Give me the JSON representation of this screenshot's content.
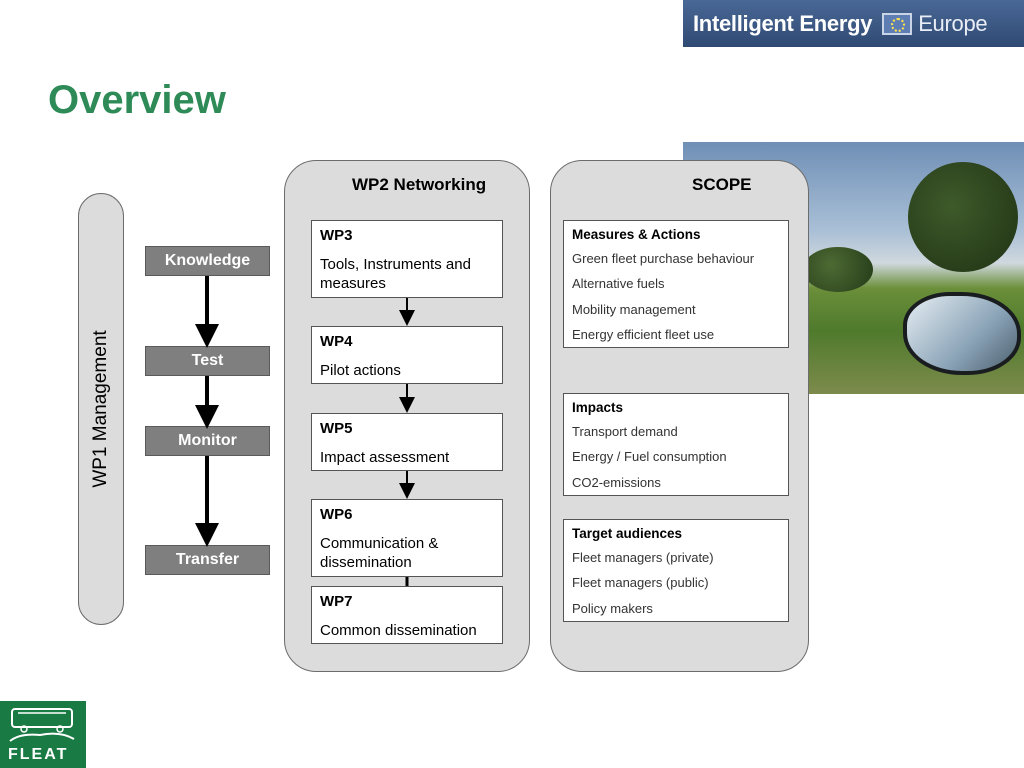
{
  "header": {
    "logo_main": "Intelligent Energy",
    "logo_sub": "Europe",
    "title": "Overview"
  },
  "wp1": {
    "label": "WP1 Management"
  },
  "phases": [
    "Knowledge",
    "Test",
    "Monitor",
    "Transfer"
  ],
  "wp2": {
    "title": "WP2 Networking",
    "packages": [
      {
        "id": "WP3",
        "desc": "Tools, Instruments and\nmeasures"
      },
      {
        "id": "WP4",
        "desc": "Pilot actions"
      },
      {
        "id": "WP5",
        "desc": "Impact assessment"
      },
      {
        "id": "WP6",
        "desc": "Communication &\ndissemination"
      },
      {
        "id": "WP7",
        "desc": "Common dissemination"
      }
    ]
  },
  "scope": {
    "title": "SCOPE",
    "groups": [
      {
        "title": "Measures & Actions",
        "items": [
          "Green fleet purchase behaviour",
          "Alternative fuels",
          "Mobility management",
          "Energy efficient fleet use"
        ]
      },
      {
        "title": "Impacts",
        "items": [
          "Transport demand",
          "Energy / Fuel consumption",
          "CO2-emissions"
        ]
      },
      {
        "title": "Target audiences",
        "items": [
          "Fleet managers (private)",
          "Fleet managers (public)",
          "Policy makers"
        ]
      }
    ]
  },
  "footer": {
    "logo_text": "FLEAT"
  },
  "colors": {
    "title_green": "#2e8b57",
    "phase_gray": "#7f7f7f",
    "panel_gray": "#dcdcdc",
    "logo_blue": "#3a5783",
    "fleat_green": "#1a7a44"
  }
}
